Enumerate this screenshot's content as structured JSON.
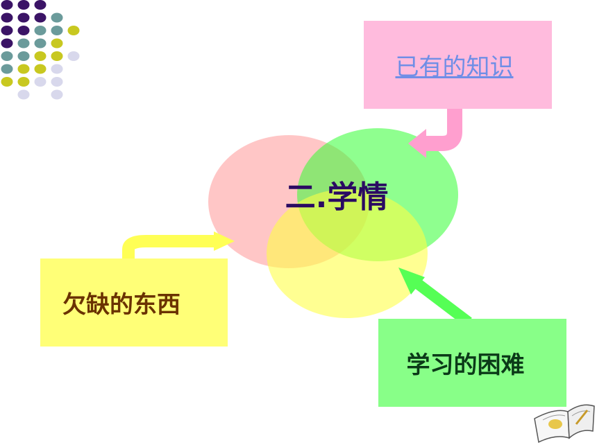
{
  "slide": {
    "center_title": "二.学情",
    "boxes": {
      "known_knowledge": "已有的知识",
      "lacking": "欠缺的东西",
      "difficulty": "学习的困难"
    }
  },
  "decor": {
    "dots_palette": [
      "#3b1466",
      "#6b9b9b",
      "#c8c820",
      "#d8d8ec"
    ],
    "book_icon": "open-book-icon"
  }
}
